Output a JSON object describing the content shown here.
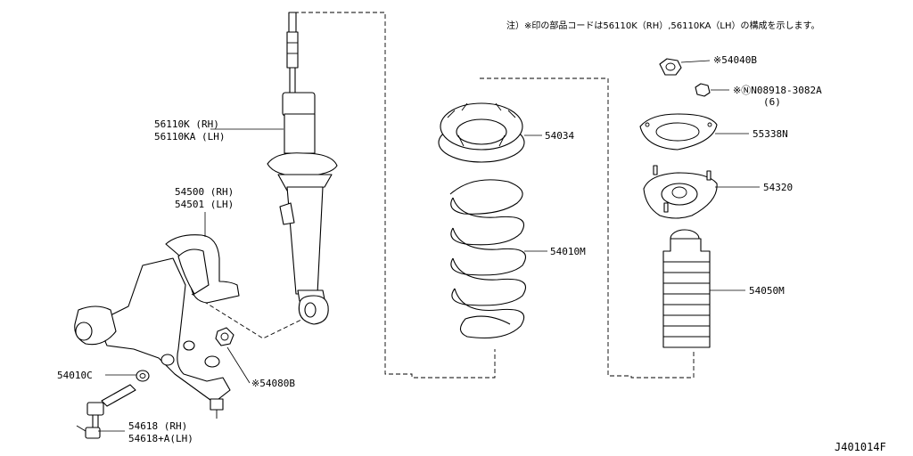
{
  "note": "注）※印の部品コードは56110K（RH）,56110KA（LH）の構成を示します。",
  "reference_code": "J401014F",
  "labels": {
    "shock_absorber_rh": "56110K (RH)",
    "shock_absorber_lh": "56110KA (LH)",
    "knuckle_rh": "54500 (RH)",
    "knuckle_lh": "54501 (LH)",
    "bushing": "54010C",
    "stabilizer_link_rh": "54618 (RH)",
    "stabilizer_link_lh": "54618+A(LH)",
    "bolt": "※54080B",
    "spring_seat": "54034",
    "coil_spring": "54010M",
    "nut": "※54040B",
    "flange_nut": "※ⓃN08918-3082A",
    "flange_nut_qty": "(6)",
    "insulator_plate": "55338N",
    "mounting": "54320",
    "bound_bumper": "54050M"
  }
}
